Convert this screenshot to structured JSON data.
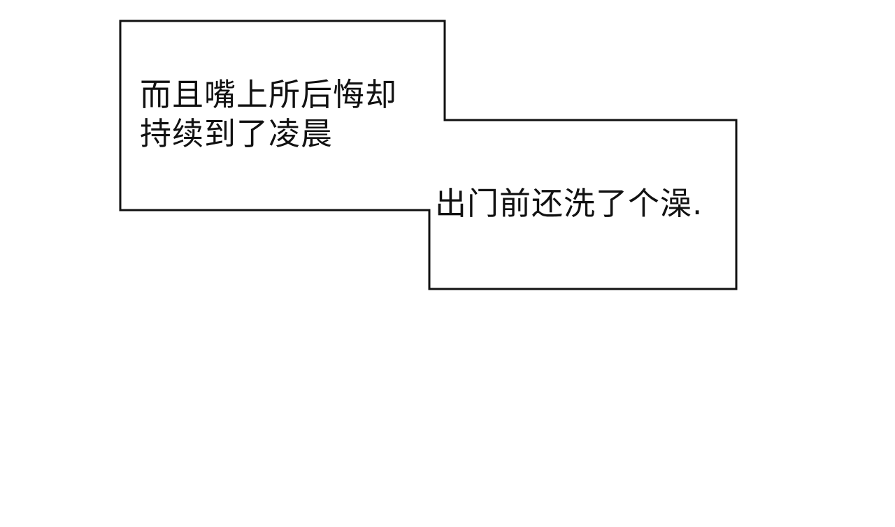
{
  "caption_1": {
    "line_1": "而且嘴上所后悔却",
    "line_2": "持续到了凌晨"
  },
  "caption_2": {
    "line_1": "出门前还洗了个澡."
  },
  "colors": {
    "background": "#ffffff",
    "box_fill": "#ffffff",
    "box_stroke": "#111111",
    "text": "#111111"
  }
}
